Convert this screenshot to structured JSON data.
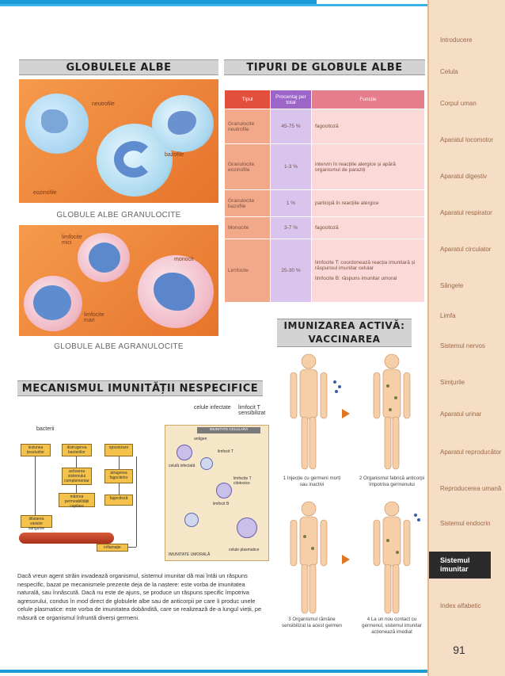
{
  "sidebar": {
    "items": [
      "Introducere",
      "Celula",
      "Corpul uman",
      "Aparatul locomotor",
      "Aparatul digestiv",
      "Aparatul respirator",
      "Aparatul circulator",
      "Sângele",
      "Limfa",
      "Sistemul nervos",
      "Simțurile",
      "Aparatul urinar",
      "Aparatul reproducător",
      "Reproducerea umană",
      "Sistemul endocrin",
      "Sistemul imunitar",
      "Index alfabetic"
    ],
    "active_index": 15,
    "page_number": "91"
  },
  "sections": {
    "white_cells": {
      "title": "GLOBULELE ALBE",
      "granulocytes_caption": "GLOBULE ALBE GRANULOCITE",
      "agranulocytes_caption": "GLOBULE ALBE AGRANULOCITE",
      "labels": {
        "neutrofile": "neutrofile",
        "bazofile": "bazofile",
        "eozinofile": "eozinofile",
        "limfocite_mici": "limfocite mici",
        "monocit": "monocit",
        "limfocite_mari": "limfocite mari"
      }
    },
    "types": {
      "title": "TIPURI DE GLOBULE ALBE",
      "headers": [
        "Tipul",
        "Procentaj per total",
        "Funcție"
      ],
      "rows": [
        {
          "type": "Granulocite neutrofile",
          "percent": "45-75 %",
          "function": "fagocitoză"
        },
        {
          "type": "Granulocite eozinofile",
          "percent": "1-3 %",
          "function": "intervin în reacțiile alergice și apără organismul de paraziți"
        },
        {
          "type": "Granulocite bazofile",
          "percent": "1 %",
          "function": "participă în reacțiile alergice"
        },
        {
          "type": "Monocite",
          "percent": "3-7 %",
          "function": "fagocitoză"
        },
        {
          "type": "Limfocite",
          "percent": "25-30 %",
          "function": "limfocite T: coordonează reacția imunitară și răspunsul imunitar celular",
          "function2": "limfocite B: răspuns imunitar umoral"
        }
      ]
    },
    "vaccine": {
      "title": "IMUNIZAREA ACTIVĂ: VACCINAREA",
      "captions": [
        "1 Injecție cu germeni morți sau inactivi",
        "2 Organismul fabrică anticorpi împotriva germenului",
        "3 Organismul rămâne sensibilizat la acest germen",
        "4 La un nou contact cu germenul, sistemul imunitar acționează imediat"
      ]
    },
    "mechanism": {
      "title": "MECANISMUL IMUNITĂȚII NESPECIFICE",
      "labels": {
        "bacterii": "bacterii",
        "celule_infectate": "celule infectate",
        "limfocit_t": "limfocit T sensibilizat",
        "imunitate_celulara": "IMUNITATE CELULARĂ",
        "antigen": "antigen",
        "limfocit": "limfocit T",
        "celula_infectata": "celulă infectată",
        "limfocite_citotoxice": "limfocite T citotoxice",
        "limfocit_b": "limfocit B",
        "imunitate_umorala": "IMUNITATE UMORALĂ",
        "celule_plasmatice": "celule plasmatice",
        "leziunea": "leziunea țesuturilor",
        "distrugerea": "distrugerea bacteriilor",
        "opsonizare": "opsonizare",
        "activarea": "activarea sistemului complementar",
        "atragerea": "atragerea fagocitelor",
        "marirea": "mărirea permeabilității capilare",
        "fagocitoza": "fagocitoză",
        "dilatarea": "dilatarea vaselor sanguine",
        "inflamatie": "inflamație"
      },
      "paragraph": "Dacă vreun agent străin invadează organismul, sistemul imunitar dă mai întâi un răspuns nespecific, bazat pe mecanismele prezente deja de la naștere: este vorba de imunitatea naturală, sau înnăscută. Dacă nu este de ajuns, se produce un răspuns specific împotriva agresorului, condus în mod direct de globulele albe sau de anticorpii pe care îi produc unele celule plasmatice: este vorba de imunitatea dobândită, care se realizează de-a lungul vieții, pe măsură ce organismul înfruntă diverși germeni."
    }
  },
  "colors": {
    "accent_blue": "#1a9bd7",
    "panel_orange": "#f08a3c",
    "sidebar": "#f6ddc6"
  }
}
